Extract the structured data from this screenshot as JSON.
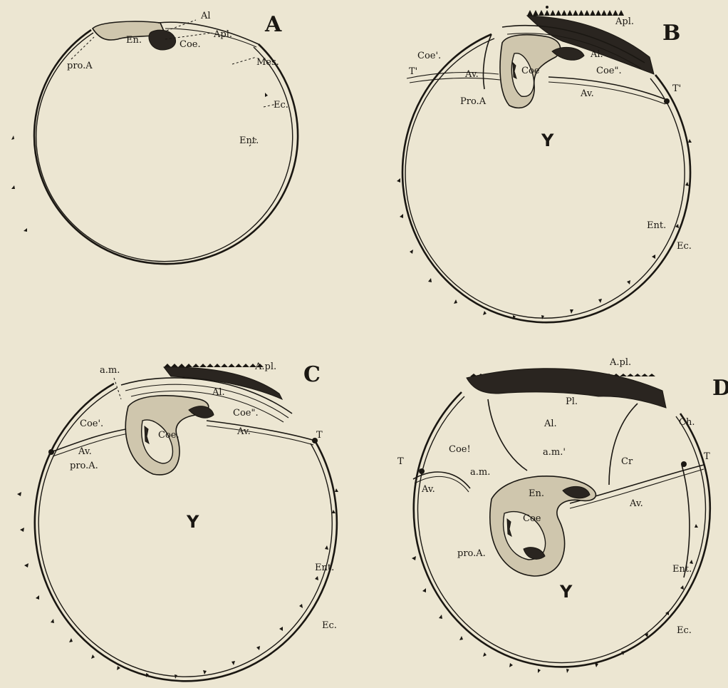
{
  "panels": [
    {
      "letter": "A",
      "labels": {
        "al": "Al",
        "apl": "Apl.",
        "en": "En.",
        "coe": "Coe.",
        "pro_a": "pro.A",
        "mes": "Mes.",
        "ec": "Ec.",
        "ent": "Ent."
      }
    },
    {
      "letter": "B",
      "labels": {
        "apl": "Apl.",
        "coe_prime": "Coe'.",
        "t_prime_left": "T'",
        "av_upper": "Av.",
        "coe": "Coe",
        "al": "Al.",
        "coe_dbl": "Coe\".",
        "pro_a": "Pro.A",
        "av_lower": "Av.",
        "t_prime_right": "T'",
        "y": "Y",
        "ent": "Ent.",
        "ec": "Ec."
      }
    },
    {
      "letter": "C",
      "labels": {
        "am": "a.m.",
        "apl": "A.pl.",
        "al": "Al.",
        "coe_prime": "Coe'.",
        "coe_dbl": "Coe\".",
        "coe": "Coe.",
        "av_left": "Av.",
        "av_right": "Av.",
        "pro_a": "pro.A.",
        "t": "T",
        "y": "Y",
        "ent": "Ent.",
        "ec": "Ec."
      }
    },
    {
      "letter": "D",
      "labels": {
        "apl": "A.pl.",
        "pl": "Pl.",
        "al": "Al.",
        "ch": "Ch.",
        "coe_prime": "Coe!",
        "am_prime": "a.m.'",
        "cr": "Cr",
        "t_left": "T",
        "t_right": "T",
        "am": "a.m.",
        "en": "En.",
        "av_left": "Av.",
        "av_right": "Av.",
        "coe": "Coe",
        "pro_a": "pro.A.",
        "ent": "Ent.",
        "y": "Y",
        "ec": "Ec."
      }
    }
  ]
}
